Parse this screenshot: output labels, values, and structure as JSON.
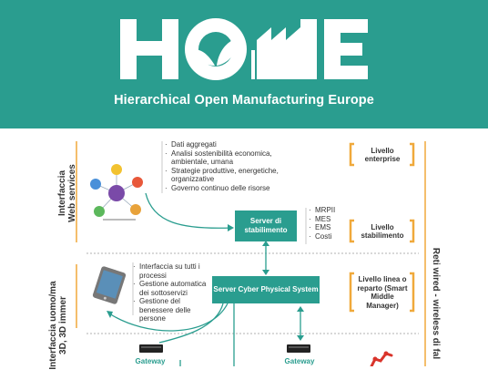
{
  "header": {
    "logo_text": "HOME",
    "subtitle": "Hierarchical Open Manufacturing Europe"
  },
  "side_labels": {
    "web_services": [
      "Interfaccia",
      "Web services"
    ],
    "hmi": [
      "Interfaccia uomo/ma",
      "3D, 3D immer"
    ],
    "right": "Reti wired - wireless di fal"
  },
  "enterprise_items": [
    "Dati aggregati",
    "Analisi sostenibilità economica, ambientale, umana",
    "Strategie produttive, energetiche, organizzative",
    "Governo continuo delle risorse"
  ],
  "plant_server": {
    "label": "Server di stabilimento"
  },
  "plant_items": [
    "MRPII",
    "MES",
    "EMS",
    "Costi"
  ],
  "cps_server": {
    "label": "Server Cyber Physical System"
  },
  "cps_items": [
    "Interfaccia su tutti i processi",
    "Gestione automatica dei sottoservizi",
    "Gestione del benessere delle persone"
  ],
  "levels": {
    "enterprise": "Livello enterprise",
    "plant": "Livello stabilimento",
    "line": "Livello linea o reparto (Smart Middle Manager)"
  },
  "gateways": [
    "Gateway",
    "Gateway"
  ],
  "colors": {
    "teal": "#2a9d8f",
    "orange": "#f0a93b",
    "red": "#d9342b"
  }
}
